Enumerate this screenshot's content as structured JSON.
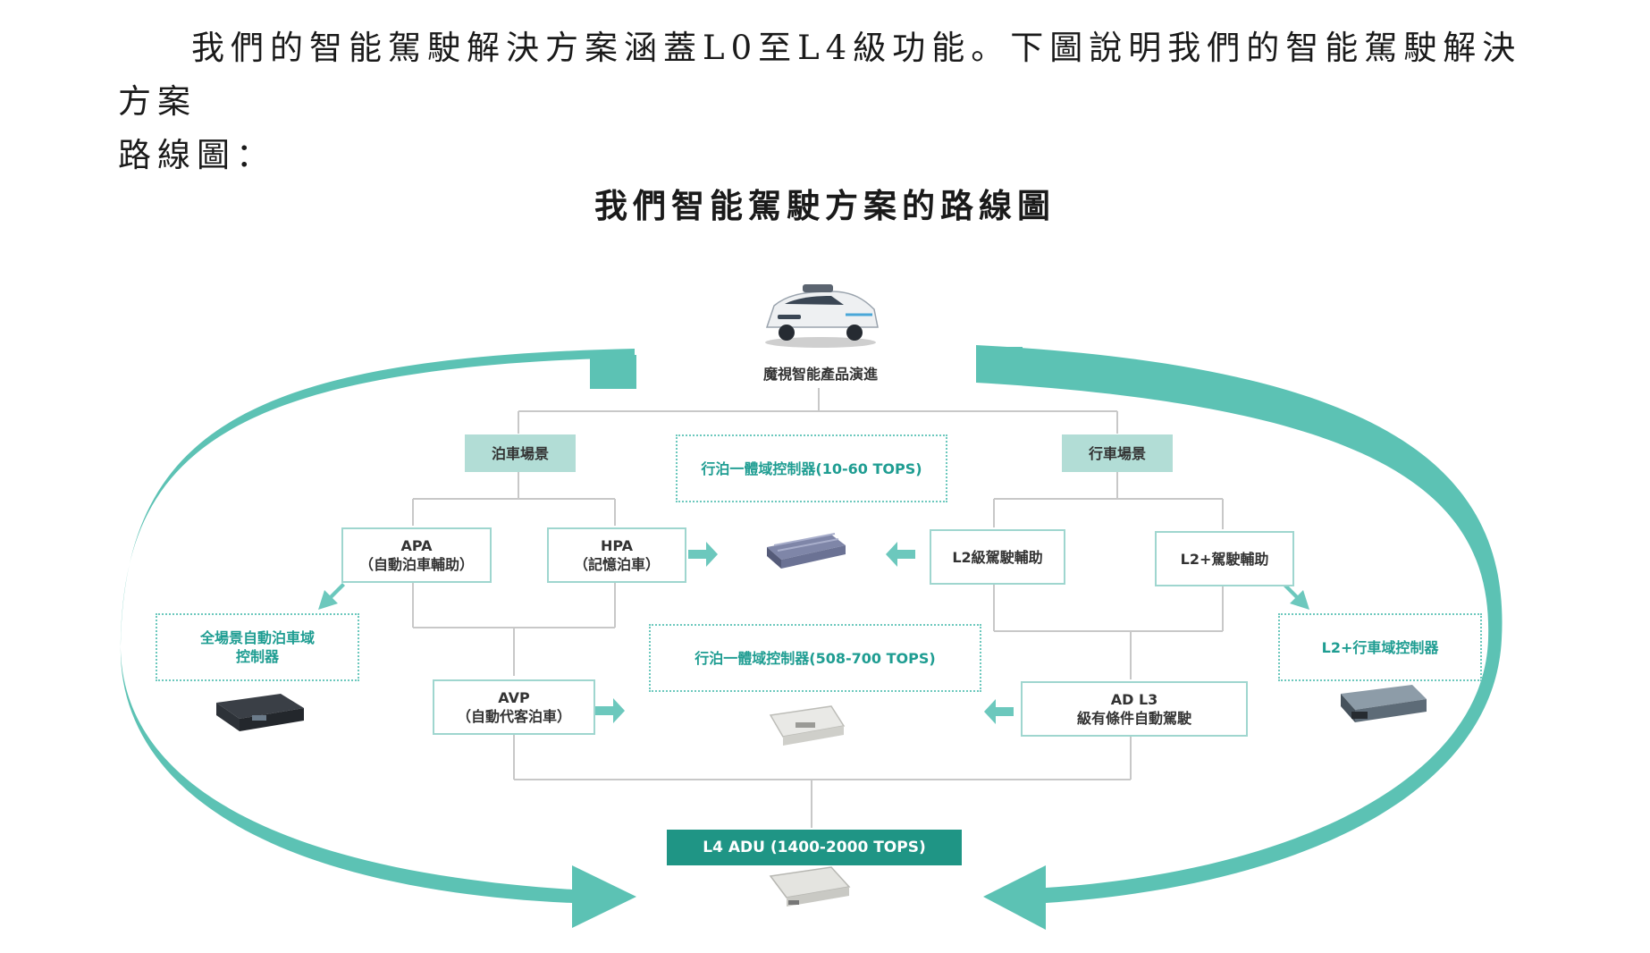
{
  "intro": {
    "line1": "我們的智能駕駛解決方案涵蓋L0至L4級功能。下圖說明我們的智能駕駛解決方案",
    "line2": "路線圖："
  },
  "diagram": {
    "title": "我們智能駕駛方案的路線圖",
    "root": "魔視智能產品演進",
    "parking_category": "泊車場景",
    "driving_category": "行車場景",
    "controller_top": "行泊一體域控制器(10-60 TOPS)",
    "controller_mid": "行泊一體域控制器(508-700 TOPS)",
    "apa": {
      "code": "APA",
      "desc": "（自動泊車輔助）"
    },
    "hpa": {
      "code": "HPA",
      "desc": "（記憶泊車）"
    },
    "avp": {
      "code": "AVP",
      "desc": "（自動代客泊車）"
    },
    "l2": "L2級駕駛輔助",
    "l2plus": "L2+駕駛輔助",
    "adl3": {
      "code": "AD L3",
      "desc": "級有條件自動駕駛"
    },
    "parking_controller": {
      "line1": "全場景自動泊車域",
      "line2": "控制器"
    },
    "l2plus_controller": "L2+行車域控制器",
    "l4": "L4 ADU (1400-2000 TOPS)",
    "colors": {
      "accent": "#5cc2b4",
      "dark": "#1f9585",
      "category": "#b2ddd6",
      "border": "#9fd6cf"
    }
  }
}
